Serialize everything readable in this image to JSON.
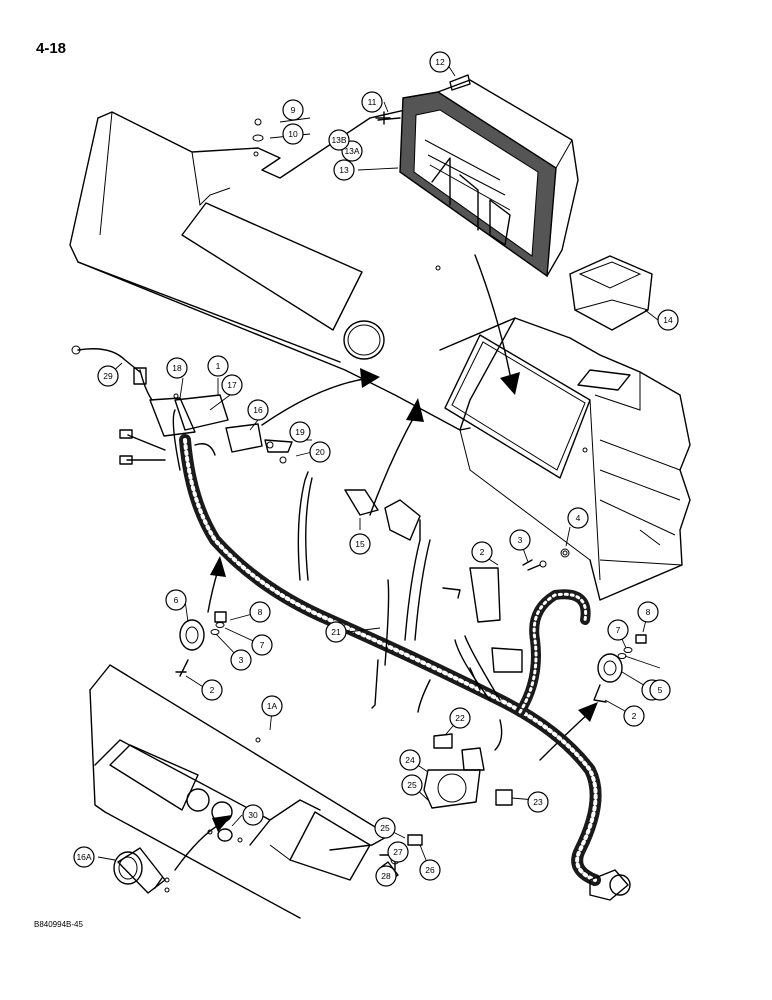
{
  "page": {
    "number": "4-18",
    "reference": "B840994B-45"
  },
  "colors": {
    "ink": "#000000",
    "paper": "#ffffff",
    "harness": "#1a1a1a",
    "gasket": "#555555"
  },
  "callouts": [
    {
      "id": "c1",
      "label": "1"
    },
    {
      "id": "c1a",
      "label": "1A"
    },
    {
      "id": "c2a",
      "label": "2"
    },
    {
      "id": "c2b",
      "label": "2"
    },
    {
      "id": "c2c",
      "label": "2"
    },
    {
      "id": "c2d",
      "label": "2"
    },
    {
      "id": "c3a",
      "label": "3"
    },
    {
      "id": "c3b",
      "label": "3"
    },
    {
      "id": "c3c",
      "label": "3"
    },
    {
      "id": "c4",
      "label": "4"
    },
    {
      "id": "c5",
      "label": "5"
    },
    {
      "id": "c6",
      "label": "6"
    },
    {
      "id": "c7a",
      "label": "7"
    },
    {
      "id": "c7b",
      "label": "7"
    },
    {
      "id": "c8a",
      "label": "8"
    },
    {
      "id": "c8b",
      "label": "8"
    },
    {
      "id": "c9",
      "label": "9"
    },
    {
      "id": "c10",
      "label": "10"
    },
    {
      "id": "c11",
      "label": "11"
    },
    {
      "id": "c12",
      "label": "12"
    },
    {
      "id": "c13",
      "label": "13"
    },
    {
      "id": "c13a",
      "label": "13A"
    },
    {
      "id": "c13b",
      "label": "13B"
    },
    {
      "id": "c14",
      "label": "14"
    },
    {
      "id": "c15",
      "label": "15"
    },
    {
      "id": "c16",
      "label": "16"
    },
    {
      "id": "c16a",
      "label": "16A"
    },
    {
      "id": "c17",
      "label": "17"
    },
    {
      "id": "c18",
      "label": "18"
    },
    {
      "id": "c19",
      "label": "19"
    },
    {
      "id": "c20",
      "label": "20"
    },
    {
      "id": "c21",
      "label": "21"
    },
    {
      "id": "c22",
      "label": "22"
    },
    {
      "id": "c23",
      "label": "23"
    },
    {
      "id": "c24",
      "label": "24"
    },
    {
      "id": "c25a",
      "label": "25"
    },
    {
      "id": "c25b",
      "label": "25"
    },
    {
      "id": "c26",
      "label": "26"
    },
    {
      "id": "c27",
      "label": "27"
    },
    {
      "id": "c28",
      "label": "28"
    },
    {
      "id": "c29",
      "label": "29"
    },
    {
      "id": "c30",
      "label": "30"
    }
  ]
}
